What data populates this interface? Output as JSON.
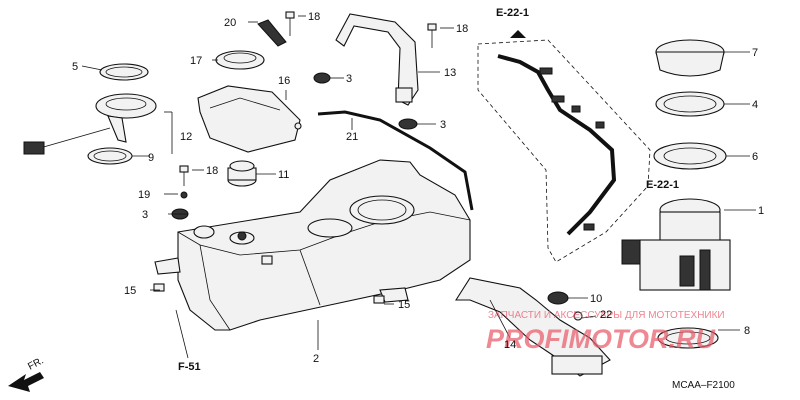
{
  "callouts": {
    "n1": "1",
    "n2": "2",
    "n3a": "3",
    "n3b": "3",
    "n3c": "3",
    "n4": "4",
    "n5": "5",
    "n6": "6",
    "n7": "7",
    "n8": "8",
    "n9": "9",
    "n10": "10",
    "n11": "11",
    "n12": "12",
    "n13": "13",
    "n14": "14",
    "n15a": "15",
    "n15b": "15",
    "n16": "16",
    "n17": "17",
    "n18a": "18",
    "n18b": "18",
    "n18c": "18",
    "n19": "19",
    "n20": "20",
    "n21": "21",
    "n22": "22"
  },
  "refs": {
    "e22_top": "E-22-1",
    "e22_mid": "E-22-1",
    "f51": "F-51",
    "fr": "FR."
  },
  "diagram_code": "MCAA–F2100",
  "watermark": {
    "line1": "ЗАПЧАСТИ И АКСЕССУАРЫ ДЛЯ МОТОТЕХНИКИ",
    "line2": "PROFIMOTOR.RU",
    "color": "#e85a6a"
  }
}
